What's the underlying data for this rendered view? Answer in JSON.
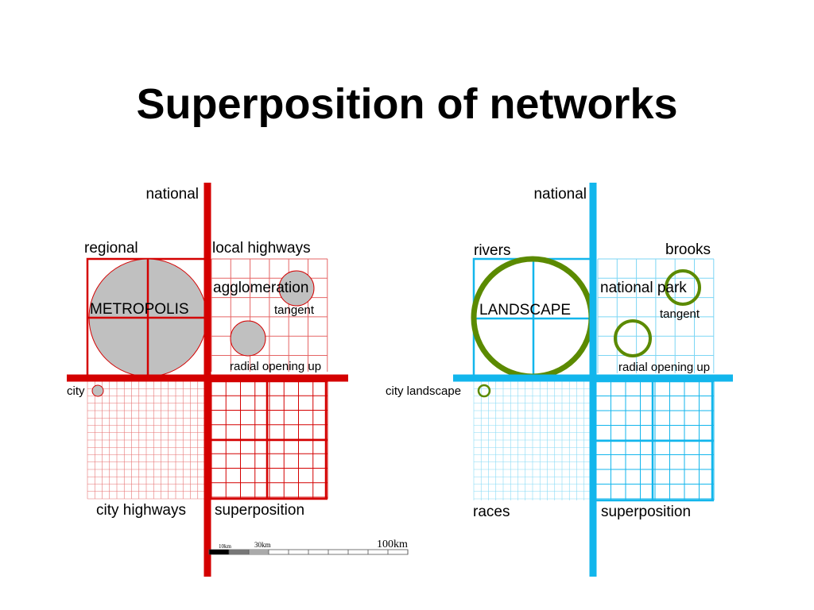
{
  "title": "Superposition of networks",
  "colors": {
    "red_network": "#d40000",
    "blue_network": "#12b6ec",
    "green_landscape": "#5b8a00",
    "metro_fill": "#c0c0c0"
  },
  "left_diagram": {
    "national": "national",
    "regional": "regional",
    "local_highways": "local highways",
    "metropolis": "METROPOLIS",
    "agglomeration": "agglomeration",
    "tangent": "tangent",
    "radial_opening_up": "radial opening up",
    "city": "city",
    "city_highways": "city highways",
    "superposition": "superposition"
  },
  "scale_bar": {
    "label_10": "10km",
    "label_30": "30km",
    "label_100": "100km"
  },
  "right_diagram": {
    "national": "national",
    "rivers": "rivers",
    "brooks": "brooks",
    "landscape": "LANDSCAPE",
    "national_park": "national park",
    "tangent": "tangent",
    "radial_opening_up": "radial opening up",
    "city_landscape": "city landscape",
    "races": "races",
    "superposition": "superposition"
  }
}
